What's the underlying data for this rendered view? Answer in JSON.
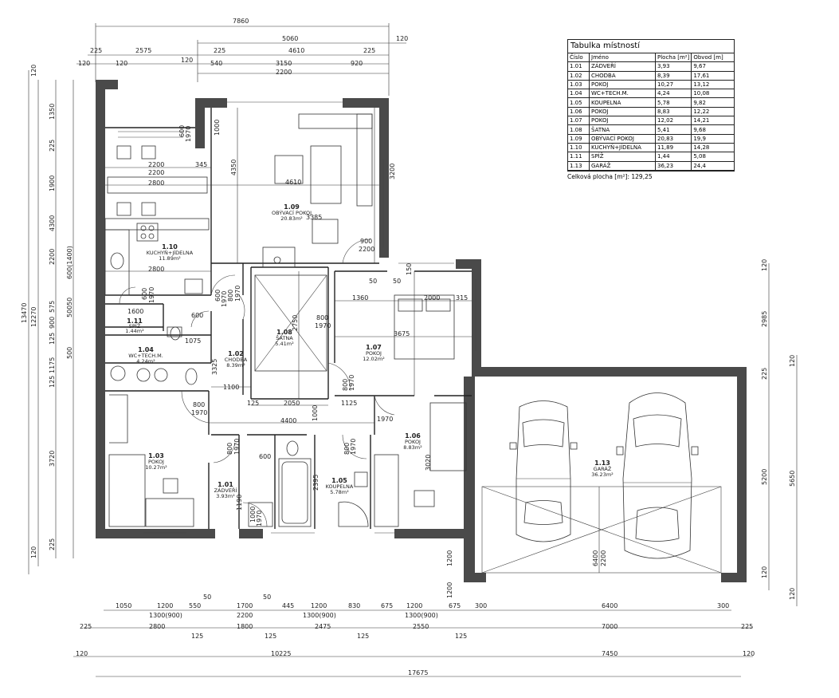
{
  "table": {
    "title": "Tabulka místností",
    "headers": [
      "Číslo",
      "Jméno",
      "Plocha [m²]",
      "Obvod [m]"
    ],
    "rows": [
      [
        "1.01",
        "ZÁDVEŘÍ",
        "3,93",
        "9,67"
      ],
      [
        "1.02",
        "CHODBA",
        "8,39",
        "17,61"
      ],
      [
        "1.03",
        "POKOJ",
        "10,27",
        "13,12"
      ],
      [
        "1.04",
        "WC+TECH.M.",
        "4,24",
        "10,08"
      ],
      [
        "1.05",
        "KOUPELNA",
        "5,78",
        "9,82"
      ],
      [
        "1.06",
        "POKOJ",
        "8,83",
        "12,22"
      ],
      [
        "1.07",
        "POKOJ",
        "12,02",
        "14,21"
      ],
      [
        "1.08",
        "ŠATNA",
        "5,41",
        "9,68"
      ],
      [
        "1.09",
        "OBÝVACÍ POKOJ",
        "20,83",
        "19,9"
      ],
      [
        "1.10",
        "KUCHYŇ+JÍDELNA",
        "11,89",
        "14,28"
      ],
      [
        "1.11",
        "SPÍŽ",
        "1,44",
        "5,08"
      ],
      [
        "1.13",
        "GARÁŽ",
        "36,23",
        "24,4"
      ]
    ],
    "total_label": "Celková plocha [m²]:",
    "total_value": "129,25"
  },
  "rooms": {
    "r101": {
      "num": "1.01",
      "name": "ZÁDVEŘÍ",
      "area": "3.93m²"
    },
    "r102": {
      "num": "1.02",
      "name": "CHODBA",
      "area": "8.39m²"
    },
    "r103": {
      "num": "1.03",
      "name": "POKOJ",
      "area": "10.27m²"
    },
    "r104": {
      "num": "1.04",
      "name": "WC+TECH.M.",
      "area": "4.24m²"
    },
    "r105": {
      "num": "1.05",
      "name": "KOUPELNA",
      "area": "5.78m²"
    },
    "r106": {
      "num": "1.06",
      "name": "POKOJ",
      "area": "8.83m²"
    },
    "r107": {
      "num": "1.07",
      "name": "POKOJ",
      "area": "12.02m²"
    },
    "r108": {
      "num": "1.08",
      "name": "ŠATNA",
      "area": "5.41m²"
    },
    "r109": {
      "num": "1.09",
      "name": "OBÝVACÍ POKOJ",
      "area": "20.83m²"
    },
    "r110": {
      "num": "1.10",
      "name": "KUCHYŇ+JÍDELNA",
      "area": "11.89m²"
    },
    "r111": {
      "num": "1.11",
      "name": "SPÍŽ",
      "area": "1.44m²"
    },
    "r113": {
      "num": "1.13",
      "name": "GARÁŽ",
      "area": "36.23m²"
    }
  },
  "dims": {
    "top1": "7860",
    "top2": [
      "5060",
      "120"
    ],
    "top3": [
      "225",
      "2575",
      "4610",
      "225"
    ],
    "top4": [
      "120",
      "120",
      "120",
      "225",
      "225"
    ],
    "top5": [
      "540",
      "3150",
      "920"
    ],
    "top6": "2200",
    "bottom1": [
      "1050",
      "1200",
      "550",
      "50",
      "1700",
      "50",
      "445",
      "1200",
      "830",
      "675",
      "1200",
      "675",
      "300",
      "6400",
      "300"
    ],
    "bottom1b": [
      "1300(900)",
      "2200",
      "1300(900)",
      "1300(900)"
    ],
    "bottom2": [
      "225",
      "2800",
      "1800",
      "2475",
      "2550",
      "7000",
      "225"
    ],
    "bottom2b": [
      "125",
      "125",
      "125",
      "125"
    ],
    "bottom3": [
      "120",
      "10225",
      "7450",
      "120"
    ],
    "bottom4": "17675",
    "left_outer": "13470",
    "left_mid": [
      "120",
      "12270",
      "120"
    ],
    "left_inner": [
      "1350",
      "225",
      "1900",
      "4300",
      "2200",
      "600(1400)",
      "50",
      "575",
      "500",
      "900",
      "125",
      "500",
      "1175",
      "125",
      "3720",
      "225"
    ],
    "right": [
      "120",
      "2985",
      "225",
      "5650",
      "5200",
      "120",
      "120",
      "120"
    ],
    "interior": [
      "1600",
      "2200",
      "2200",
      "345",
      "2800",
      "4610",
      "3385",
      "2800",
      "1360",
      "2000",
      "315",
      "3675",
      "2750",
      "800",
      "1970",
      "1100",
      "2050",
      "4400",
      "1125",
      "1970",
      "600",
      "1075",
      "3325",
      "4350",
      "3200",
      "900",
      "2200",
      "800",
      "1970",
      "800",
      "1970",
      "600",
      "1970",
      "800",
      "1970",
      "2395",
      "3020",
      "1190",
      "1000",
      "1970",
      "50",
      "6400",
      "2200",
      "600",
      "1200",
      "1200",
      "1000",
      "150",
      "600",
      "1970",
      "800",
      "1970",
      "1000",
      "125",
      "800",
      "1970",
      "600",
      "1970",
      "50"
    ]
  }
}
